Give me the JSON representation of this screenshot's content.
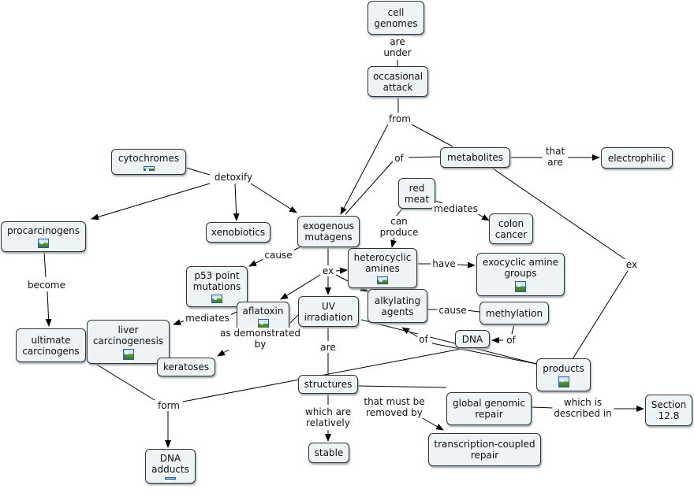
{
  "nodes": {
    "cell_genomes": {
      "text": "cell\ngenomes",
      "icon": false
    },
    "occasional_attack": {
      "text": "occasional\nattack",
      "icon": false
    },
    "metabolites": {
      "text": "metabolites",
      "icon": false
    },
    "electrophilic": {
      "text": "electrophilic",
      "icon": false
    },
    "cytochromes": {
      "text": "cytochromes",
      "icon": true
    },
    "red_meat": {
      "text": "red\nmeat",
      "icon": false
    },
    "colon_cancer": {
      "text": "colon\ncancer",
      "icon": false
    },
    "procarcinogens": {
      "text": "procarcinogens",
      "icon": true
    },
    "xenobiotics": {
      "text": "xenobiotics",
      "icon": false
    },
    "exogenous_mutagens": {
      "text": "exogenous\nmutagens",
      "icon": false
    },
    "heterocyclic_amines": {
      "text": "heterocyclic\namines",
      "icon": true
    },
    "exocyclic_amine_groups": {
      "text": "exocyclic amine\ngroups",
      "icon": true
    },
    "p53": {
      "text": "p53 point\nmutations",
      "icon": true
    },
    "aflatoxin": {
      "text": "aflatoxin",
      "icon": true
    },
    "uv_irradiation": {
      "text": "UV\nirradiation",
      "icon": false
    },
    "alkylating_agents": {
      "text": "alkylating\nagents",
      "icon": false
    },
    "methylation": {
      "text": "methylation",
      "icon": false
    },
    "ultimate_carcinogens": {
      "text": "ultimate\ncarcinogens",
      "icon": false
    },
    "liver_carcinogenesis": {
      "text": "liver\ncarcinogenesis",
      "icon": true
    },
    "dna": {
      "text": "DNA",
      "icon": false
    },
    "keratoses": {
      "text": "keratoses",
      "icon": false
    },
    "products": {
      "text": "products",
      "icon": true
    },
    "structures": {
      "text": "structures",
      "icon": false
    },
    "global_genomic_repair": {
      "text": "global genomic\nrepair",
      "icon": false
    },
    "section": {
      "text": "Section\n12.8",
      "icon": false
    },
    "stable": {
      "text": "stable",
      "icon": false
    },
    "transcription_coupled_repair": {
      "text": "transcription-coupled\nrepair",
      "icon": false
    },
    "dna_adducts": {
      "text": "DNA\nadducts",
      "icon": true
    }
  },
  "labels": {
    "are_under": "are\nunder",
    "from": "from",
    "of_1": "of",
    "that_are": "that\nare",
    "detoxify": "detoxify",
    "can_produce": "can\nproduce",
    "mediates_1": "mediates",
    "cause_1": "cause",
    "ex_1": "ex",
    "have": "have",
    "become": "become",
    "ex_2": "ex",
    "mediates_2": "mediates",
    "as_demonstrated_by": "as demonstrated\nby",
    "are": "are",
    "cause_2": "cause",
    "of_2": "of",
    "of_3": "of",
    "form": "form",
    "that_must_be_removed_by": "that must be\nremoved by",
    "which_is_described_in": "which is\ndescribed in",
    "which_are_relatively": "which are\nrelatively"
  }
}
